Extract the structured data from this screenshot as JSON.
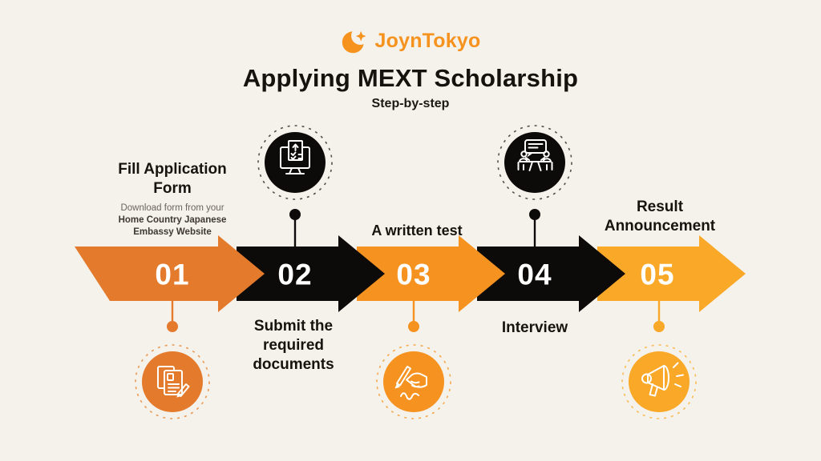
{
  "colors": {
    "background": "#F5F2EC",
    "brand_orange": "#F6921E",
    "title_text": "#16120E",
    "black_step": "#0D0B09"
  },
  "logo": {
    "text": "JoynTokyo",
    "color": "#F6921E",
    "icon": "crescent-moon-sparkle"
  },
  "header": {
    "title": "Applying MEXT Scholarship",
    "subtitle": "Step-by-step"
  },
  "steps": [
    {
      "number": "01",
      "color": "#E47A2C",
      "ring_color": "#E89A55",
      "label": "Fill Application Form",
      "sub_lines": [
        "Download form from your",
        "Home Country Japanese",
        "Embassy Website"
      ],
      "icon": "application-form",
      "icon_position": "below"
    },
    {
      "number": "02",
      "color": "#0D0B09",
      "ring_color": "#55504A",
      "label": "Submit the required documents",
      "icon": "upload-documents-monitor",
      "icon_position": "above"
    },
    {
      "number": "03",
      "color": "#F6921F",
      "ring_color": "#F6A94F",
      "label": "A written test",
      "icon": "hand-writing-pen",
      "icon_position": "below"
    },
    {
      "number": "04",
      "color": "#0D0B09",
      "ring_color": "#55504A",
      "label": "Interview",
      "icon": "interview-table",
      "icon_position": "above"
    },
    {
      "number": "05",
      "color": "#F9A827",
      "ring_color": "#F9BC55",
      "label": "Result Announcement",
      "icon": "megaphone",
      "icon_position": "below"
    }
  ]
}
